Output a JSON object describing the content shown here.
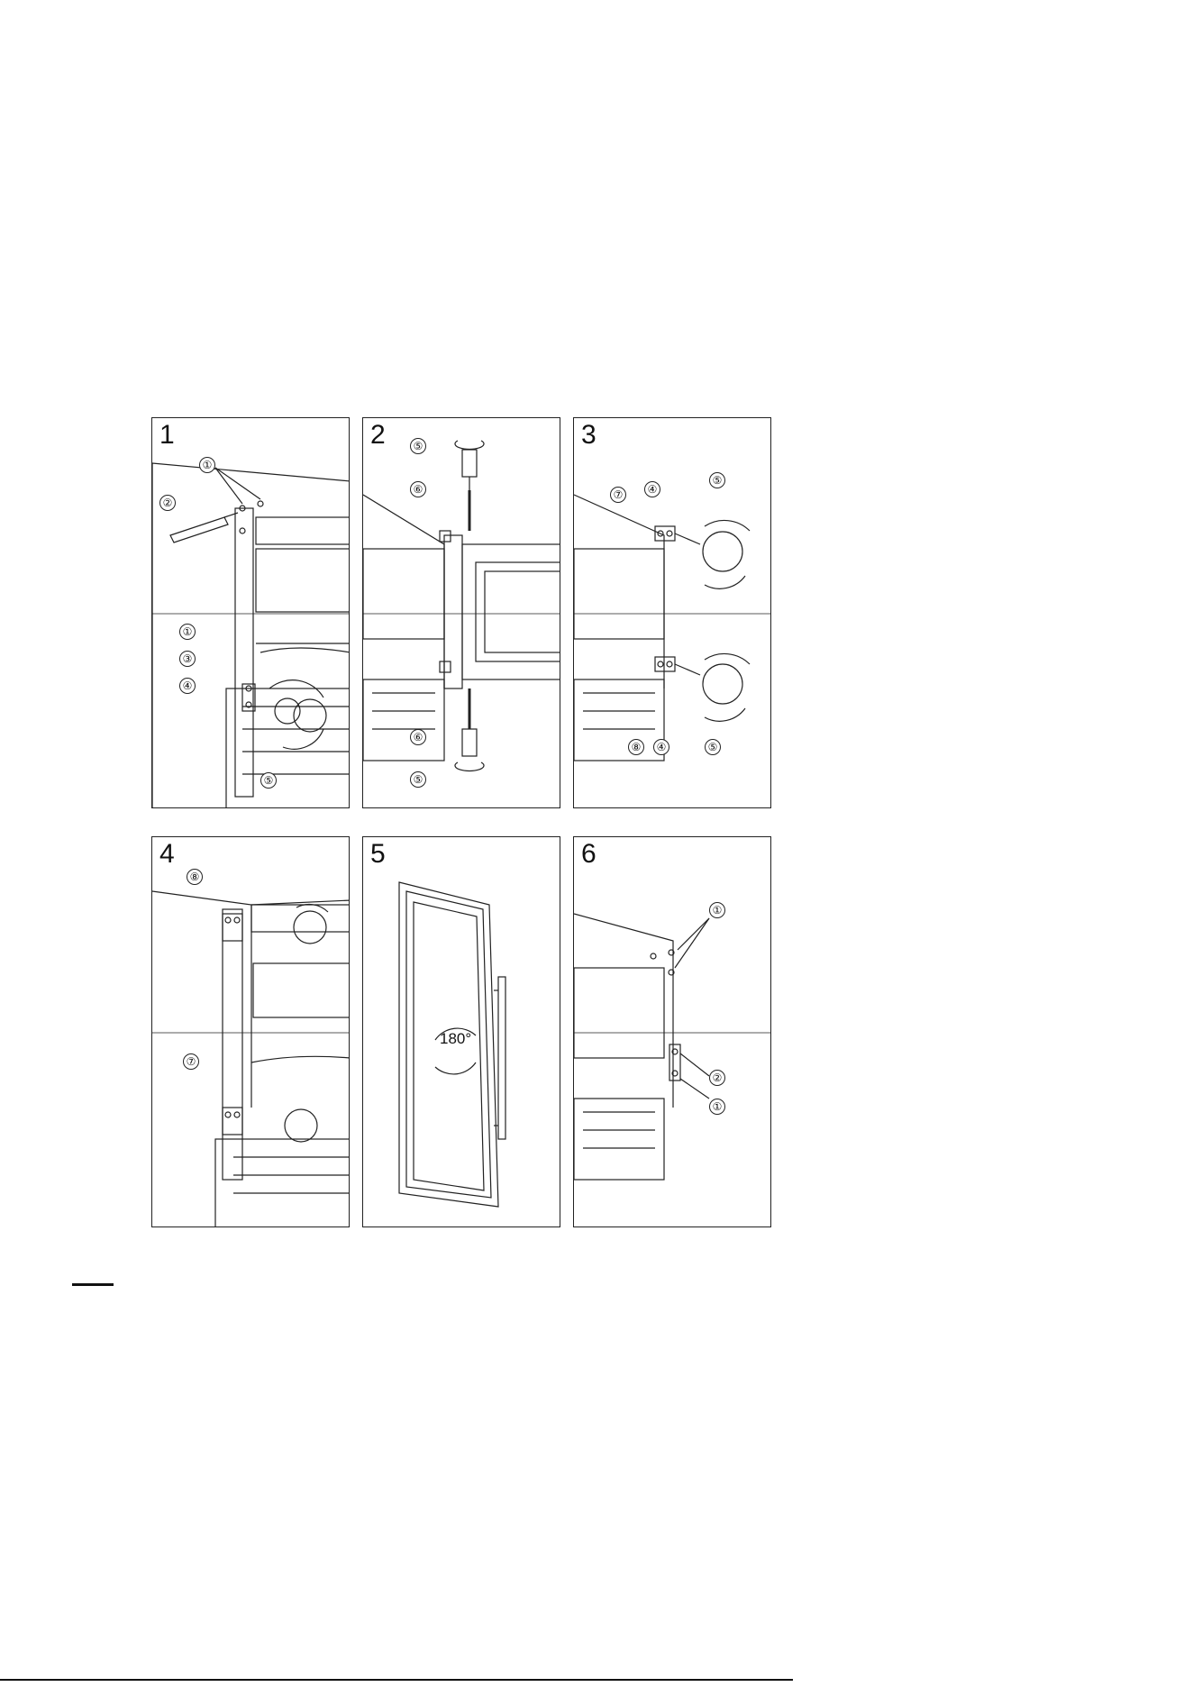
{
  "panels": [
    {
      "step": "1",
      "callouts": [
        "①",
        "②",
        "①",
        "③",
        "④",
        "⑤"
      ]
    },
    {
      "step": "2",
      "callouts": [
        "⑤",
        "⑥",
        "⑥",
        "⑤"
      ]
    },
    {
      "step": "3",
      "callouts": [
        "⑦",
        "④",
        "⑤",
        "⑧",
        "④",
        "⑤"
      ]
    },
    {
      "step": "4",
      "callouts": [
        "⑧",
        "⑦"
      ]
    },
    {
      "step": "5",
      "rotation_label": "180°"
    },
    {
      "step": "6",
      "callouts": [
        "①",
        "②",
        "①"
      ]
    }
  ]
}
